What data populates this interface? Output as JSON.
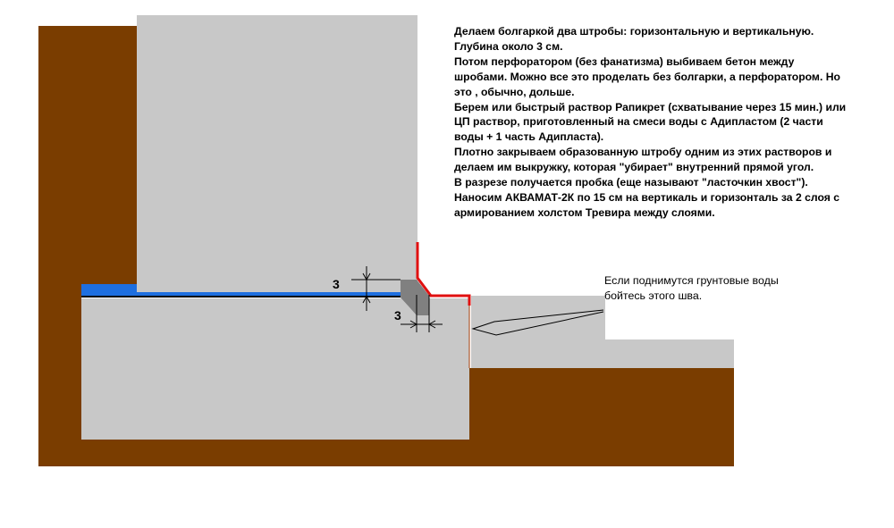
{
  "colors": {
    "soil": "#7a3d00",
    "concrete": "#c8c8c8",
    "waterproofing": "#1e6fe0",
    "seal": "#e01010",
    "plug": "#808080",
    "line": "#000000",
    "background": "#ffffff"
  },
  "instructions": [
    "Делаем болгаркой два штробы: горизонтальную и вертикальную. Глубина около 3 см.",
    "Потом перфоратором (без фанатизма) выбиваем бетон между шробами. Можно все это проделать без болгарки, а перфоратором. Но это , обычно, дольше.",
    "Берем или быстрый раствор Рапикрет (схватывание через 15 мин.) или ЦП раствор, приготовленный на смеси воды с Адипластом (2 части воды + 1 часть Адипласта).",
    "Плотно закрываем образованную штробу одним из этих растворов и делаем им выкружку, которая \"убирает\" внутренний прямой угол.",
    "В разрезе получается пробка (еще называют \"ласточкин хвост\").",
    "Наносим АКВАМАТ-2К по 15 см на вертикаль и горизонталь за 2 слоя с армированием холстом Тревира между слоями."
  ],
  "dimensions": {
    "vertical_label": "3",
    "horizontal_label": "3"
  },
  "warning": "Если поднимутся грунтовые воды бойтесь этого шва."
}
